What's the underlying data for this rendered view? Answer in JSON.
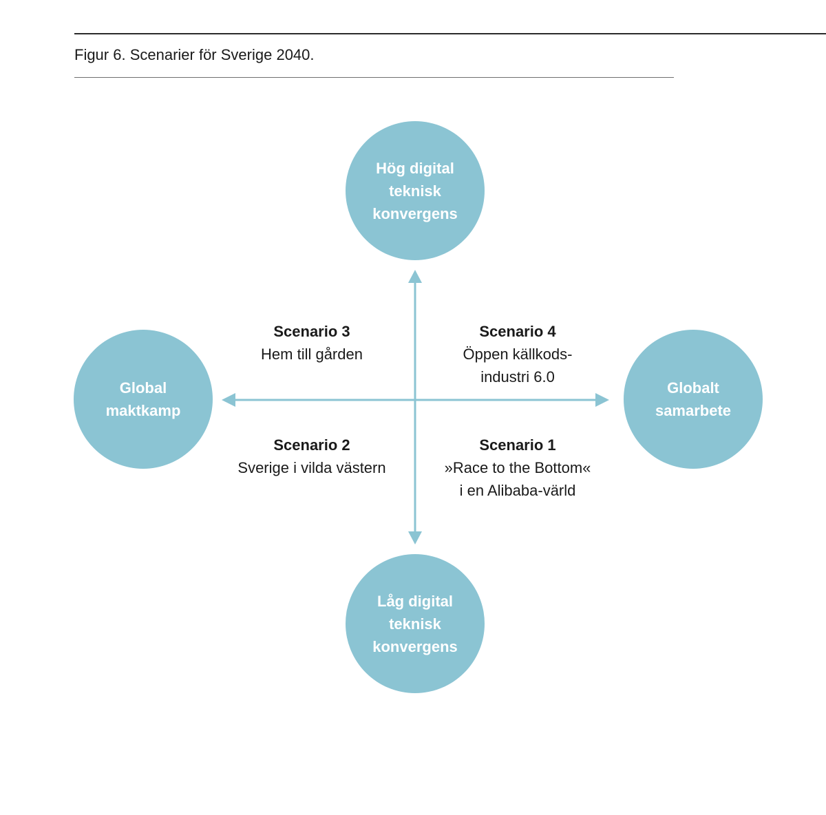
{
  "figure": {
    "caption": "Figur 6. Scenarier för Sverige 2040."
  },
  "colors": {
    "node_fill": "#8bc4d3",
    "axis": "#8bc4d3",
    "node_text": "#ffffff",
    "body_text": "#1a1a1a"
  },
  "axes": {
    "vertical": {
      "top": [
        "Hög digital",
        "teknisk",
        "konvergens"
      ],
      "bottom": [
        "Låg digital",
        "teknisk",
        "konvergens"
      ]
    },
    "horizontal": {
      "left": [
        "Global",
        "maktkamp"
      ],
      "right": [
        "Globalt",
        "samarbete"
      ]
    }
  },
  "scenarios": {
    "s3": {
      "title": "Scenario 3",
      "lines": [
        "Hem till gården"
      ]
    },
    "s4": {
      "title": "Scenario 4",
      "lines": [
        "Öppen källkods-",
        "industri 6.0"
      ]
    },
    "s2": {
      "title": "Scenario 2",
      "lines": [
        "Sverige i vilda västern"
      ]
    },
    "s1": {
      "title": "Scenario 1",
      "lines": [
        "»Race to the Bottom«",
        "i en Alibaba-värld"
      ]
    }
  }
}
